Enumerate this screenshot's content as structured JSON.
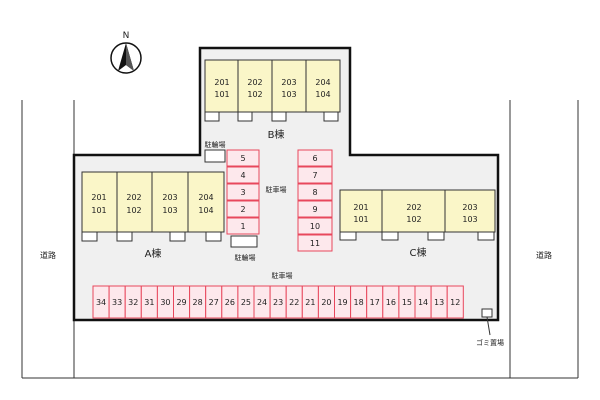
{
  "compass": {
    "north_label": "N"
  },
  "road_label": "道路",
  "buildings": {
    "a": {
      "label": "A棟",
      "units": [
        [
          "201",
          "101"
        ],
        [
          "202",
          "102"
        ],
        [
          "203",
          "103"
        ],
        [
          "204",
          "104"
        ]
      ]
    },
    "b": {
      "label": "B棟",
      "units": [
        [
          "201",
          "101"
        ],
        [
          "202",
          "102"
        ],
        [
          "203",
          "103"
        ],
        [
          "204",
          "104"
        ]
      ]
    },
    "c": {
      "label": "C棟",
      "units": [
        [
          "201",
          "101"
        ],
        [
          "202",
          "102"
        ],
        [
          "203",
          "103"
        ]
      ]
    }
  },
  "labels": {
    "bicycle_top": "駐輪場",
    "bicycle_bottom": "駐輪場",
    "parking_middle": "駐車場",
    "parking_bottom": "駐車場",
    "garbage": "ゴミ置場"
  },
  "parking": {
    "left_column": [
      "5",
      "4",
      "3",
      "2",
      "1"
    ],
    "right_column": [
      "6",
      "7",
      "8",
      "9",
      "10",
      "11"
    ],
    "bottom_row": [
      "34",
      "33",
      "32",
      "31",
      "30",
      "29",
      "28",
      "27",
      "26",
      "25",
      "24",
      "23",
      "22",
      "21",
      "20",
      "19",
      "18",
      "17",
      "16",
      "15",
      "14",
      "13",
      "12"
    ]
  },
  "colors": {
    "lot_fill": "#f0f0f0",
    "lot_border": "#111111",
    "building_fill": "#faf6c8",
    "parking_border": "#e8475c",
    "parking_fill": "#fde8ec",
    "road_line": "#333333"
  }
}
